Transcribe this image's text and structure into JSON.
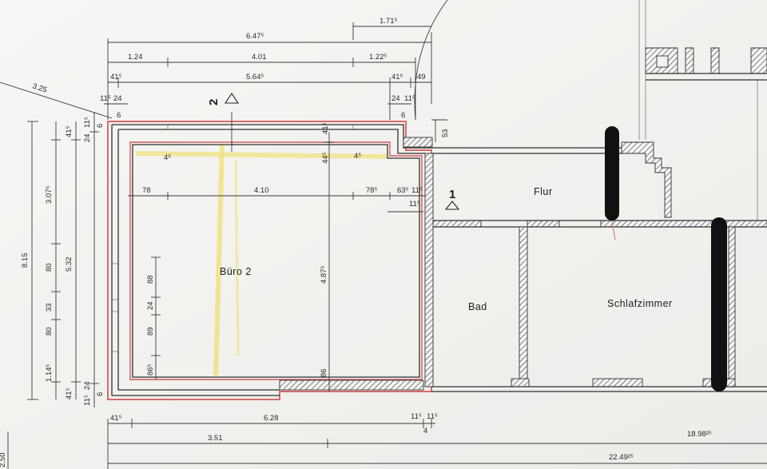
{
  "rooms": {
    "buero": "Büro 2",
    "flur": "Flur",
    "bad": "Bad",
    "schlafzimmer": "Schlafzimmer"
  },
  "section_marks": {
    "s2": "2",
    "s1": "1"
  },
  "dims_top": {
    "r1_a": "6.47⁵",
    "r1_b": "1.71⁵",
    "r2_a": "1.24",
    "r2_b": "4.01",
    "r2_c": "1.22⁵",
    "r3_a": "41⁵",
    "r3_b": "5.64⁵",
    "r3_c": "41⁵",
    "r3_d": "49",
    "r4_a": "11⁵",
    "r4_b": "24",
    "r4_c": "24",
    "r4_d": "11⁵",
    "corner_l": "6",
    "corner_r": "6",
    "diag": "3.25"
  },
  "dims_left": {
    "total": "8.15",
    "mid": "5.32",
    "upper": "3.07⁵",
    "v80a": "80",
    "v33": "33",
    "v80b": "80",
    "lower": "1.14⁵",
    "top41": "41⁵",
    "top24": "24",
    "top11": "11⁵",
    "bot41": "41⁵",
    "bot24": "24",
    "bot11": "11⁵",
    "top6": "6",
    "bot6": "6",
    "far": "2.50"
  },
  "dims_inner": {
    "h78a": "78",
    "h410": "4.10",
    "h78b": "78⁵",
    "h63": "63⁵",
    "h11a": "11⁵",
    "h11b": "11⁵",
    "h4a": "4⁵",
    "h4b": "4⁵",
    "h44": "44⁵",
    "h41": "41⁵",
    "v487": "4.87⁵",
    "v88": "88",
    "v24": "24",
    "v89": "89",
    "v86": "86⁵",
    "v53": "53",
    "v86b": "86"
  },
  "dims_bottom": {
    "b41": "41⁵",
    "b628": "6.28",
    "b11a": "11⁵",
    "b11b": "11⁵",
    "b4": "4",
    "b351": "3.51",
    "b1898": "18.98²⁵",
    "b2249": "22.49²⁵"
  }
}
